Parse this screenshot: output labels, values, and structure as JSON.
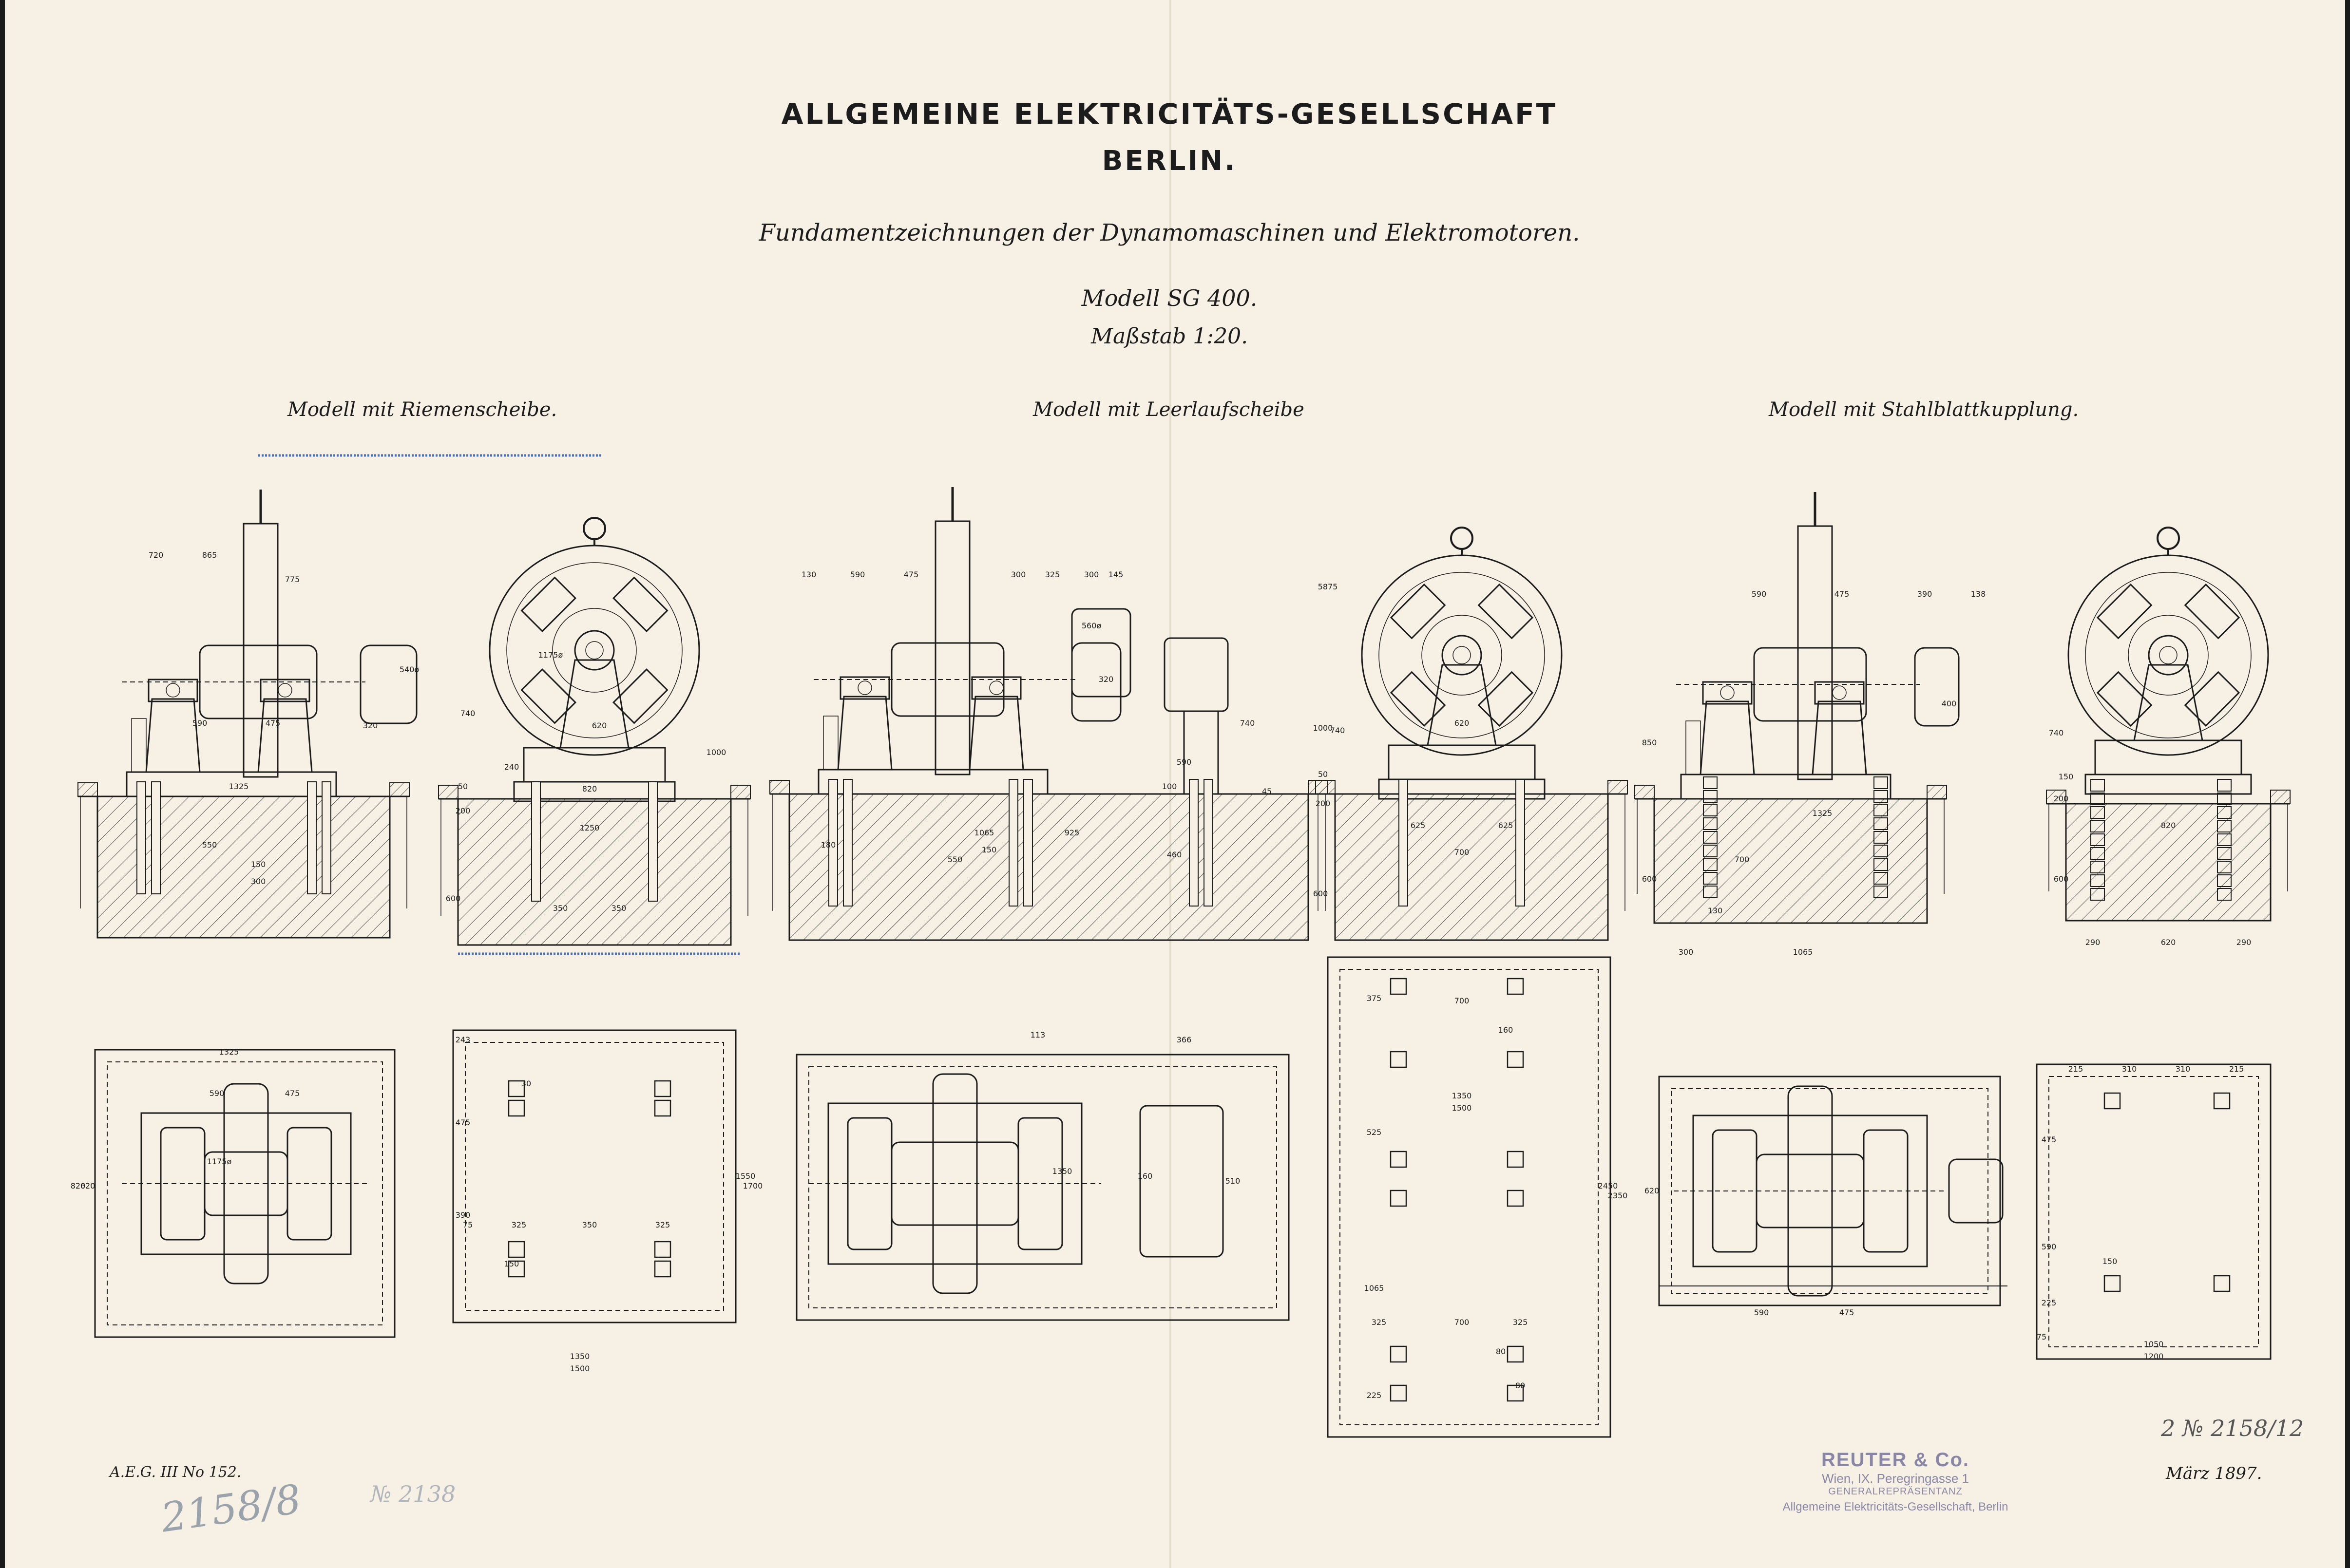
{
  "header": {
    "company": "ALLGEMEINE ELEKTRICITÄTS-GESELLSCHAFT",
    "city": "BERLIN.",
    "subtitle": "Fundamentzeichnungen der Dynamomaschinen und Elektromotoren.",
    "model": "Modell SG 400.",
    "scale": "Maßstab 1:20."
  },
  "sections": {
    "left": "Modell mit Riemenscheibe.",
    "center": "Modell mit Leerlaufscheibe",
    "right": "Modell mit Stahlblattkupplung."
  },
  "dims": {
    "s1_front": [
      "720",
      "865",
      "775",
      "590",
      "475",
      "320",
      "540ø",
      "1325",
      "550",
      "150",
      "300"
    ],
    "s1_side": [
      "1175ø",
      "620",
      "1000",
      "740",
      "240",
      "820",
      "1250",
      "350",
      "350",
      "600",
      "200",
      "50"
    ],
    "s1_plan_front": [
      "1325",
      "590",
      "475",
      "1175ø",
      "620",
      "820"
    ],
    "s1_plan_side": [
      "1350",
      "1500",
      "1550",
      "1700",
      "325",
      "350",
      "325",
      "475",
      "390",
      "243",
      "150",
      "30",
      "75"
    ],
    "s2_front": [
      "130",
      "590",
      "475",
      "300",
      "325",
      "300",
      "145",
      "560ø",
      "320",
      "1065",
      "925",
      "550",
      "150",
      "180",
      "460",
      "740",
      "590",
      "100",
      "45"
    ],
    "s2_side": [
      "5875",
      "1000",
      "740",
      "620",
      "625",
      "625",
      "700",
      "600",
      "200",
      "50"
    ],
    "s2_plan_front": [
      "113",
      "366",
      "1350",
      "160",
      "510"
    ],
    "s2_plan_side": [
      "375",
      "700",
      "1350",
      "1500",
      "525",
      "1065",
      "325",
      "700",
      "325",
      "2450",
      "2350",
      "160",
      "80",
      "80",
      "225"
    ],
    "s3_front": [
      "590",
      "475",
      "390",
      "138",
      "1325",
      "300",
      "1065",
      "700",
      "130",
      "850",
      "600",
      "400"
    ],
    "s3_side": [
      "740",
      "200",
      "820",
      "600",
      "290",
      "620",
      "290",
      "150"
    ],
    "s3_plan_front": [
      "590",
      "475",
      "620"
    ],
    "s3_plan_side": [
      "215",
      "310",
      "310",
      "215",
      "475",
      "590",
      "225",
      "1050",
      "1200",
      "150",
      "75"
    ]
  },
  "footer": {
    "ref": "A.E.G. III No 152.",
    "pencil_left": "2158/8",
    "pencil_left2": "№ 2138",
    "pencil_right": "2 № 2158/12",
    "date": "März 1897.",
    "stamp": {
      "name": "REUTER & Co.",
      "address": "Wien, IX. Peregringasse 1",
      "role": "GENERALREPRÄSENTANZ",
      "company": "Allgemeine Elektricitäts-Gesellschaft, Berlin"
    }
  }
}
